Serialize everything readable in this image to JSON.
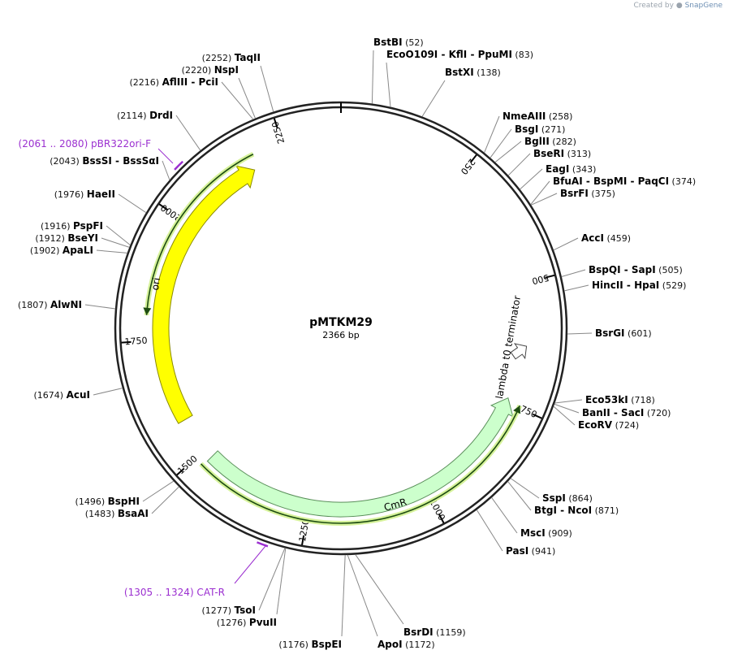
{
  "header": {
    "credit_prefix": "Created by",
    "credit_brand": "SnapGene"
  },
  "plasmid": {
    "name": "pMTKM29",
    "length_label": "2366 bp",
    "length": 2366
  },
  "scale_ticks": [
    "250",
    "500",
    "750",
    "1000",
    "1250",
    "1500",
    "1750",
    "2000",
    "2250"
  ],
  "features": [
    {
      "name": "ori",
      "color": "#ffff00",
      "direction": "reverse"
    },
    {
      "name": "CmR",
      "color": "#ccffcc",
      "direction": "reverse"
    },
    {
      "name": "lambda t0 terminator",
      "color": "#ffffff",
      "direction": "forward"
    }
  ],
  "primers": [
    {
      "range": "(2061 .. 2080)",
      "name": "pBR322ori-F",
      "color": "#9b2fd0"
    },
    {
      "range": "(1305 .. 1324)",
      "name": "CAT-R",
      "color": "#9b2fd0"
    }
  ],
  "sites_right": [
    {
      "enzymes": "BstBI",
      "pos": "(52)"
    },
    {
      "enzymes": "EcoO109I  - KflI  - PpuMI",
      "pos": "(83)"
    },
    {
      "enzymes": "BstXI",
      "pos": "(138)"
    },
    {
      "enzymes": "NmeAIII",
      "pos": "(258)"
    },
    {
      "enzymes": "BsgI",
      "pos": "(271)"
    },
    {
      "enzymes": "BglII",
      "pos": "(282)"
    },
    {
      "enzymes": "BseRI",
      "pos": "(313)"
    },
    {
      "enzymes": "EagI",
      "pos": "(343)"
    },
    {
      "enzymes": "BfuAI  - BspMI  - PaqCI",
      "pos": "(374)"
    },
    {
      "enzymes": "BsrFI",
      "pos": "(375)"
    },
    {
      "enzymes": "AccI",
      "pos": "(459)"
    },
    {
      "enzymes": "BspQI  - SapI",
      "pos": "(505)"
    },
    {
      "enzymes": "HincII  - HpaI",
      "pos": "(529)"
    },
    {
      "enzymes": "BsrGI",
      "pos": "(601)"
    },
    {
      "enzymes": "Eco53kI",
      "pos": "(718)"
    },
    {
      "enzymes": "BanII  - SacI",
      "pos": "(720)"
    },
    {
      "enzymes": "EcoRV",
      "pos": "(724)"
    },
    {
      "enzymes": "SspI",
      "pos": "(864)"
    },
    {
      "enzymes": "BtgI  - NcoI",
      "pos": "(871)"
    },
    {
      "enzymes": "MscI",
      "pos": "(909)"
    },
    {
      "enzymes": "PasI",
      "pos": "(941)"
    },
    {
      "enzymes": "BsrDI",
      "pos": "(1159)"
    },
    {
      "enzymes": "ApoI",
      "pos": "(1172)"
    }
  ],
  "sites_left": [
    {
      "enzymes": "BspEI",
      "pos": "(1176)"
    },
    {
      "enzymes": "PvuII",
      "pos": "(1276)"
    },
    {
      "enzymes": "TsoI",
      "pos": "(1277)"
    },
    {
      "enzymes": "BsaAI",
      "pos": "(1483)"
    },
    {
      "enzymes": "BspHI",
      "pos": "(1496)"
    },
    {
      "enzymes": "AcuI",
      "pos": "(1674)"
    },
    {
      "enzymes": "AlwNI",
      "pos": "(1807)"
    },
    {
      "enzymes": "ApaLI",
      "pos": "(1902)"
    },
    {
      "enzymes": "BseYI",
      "pos": "(1912)"
    },
    {
      "enzymes": "PspFI",
      "pos": "(1916)"
    },
    {
      "enzymes": "HaeII",
      "pos": "(1976)"
    },
    {
      "enzymes": "BssSI  - BssSαI",
      "pos": "(2043)"
    },
    {
      "enzymes": "DrdI",
      "pos": "(2114)"
    },
    {
      "enzymes": "AflIII  - PciI",
      "pos": "(2216)"
    },
    {
      "enzymes": "NspI",
      "pos": "(2220)"
    },
    {
      "enzymes": "TaqII",
      "pos": "(2252)"
    }
  ]
}
